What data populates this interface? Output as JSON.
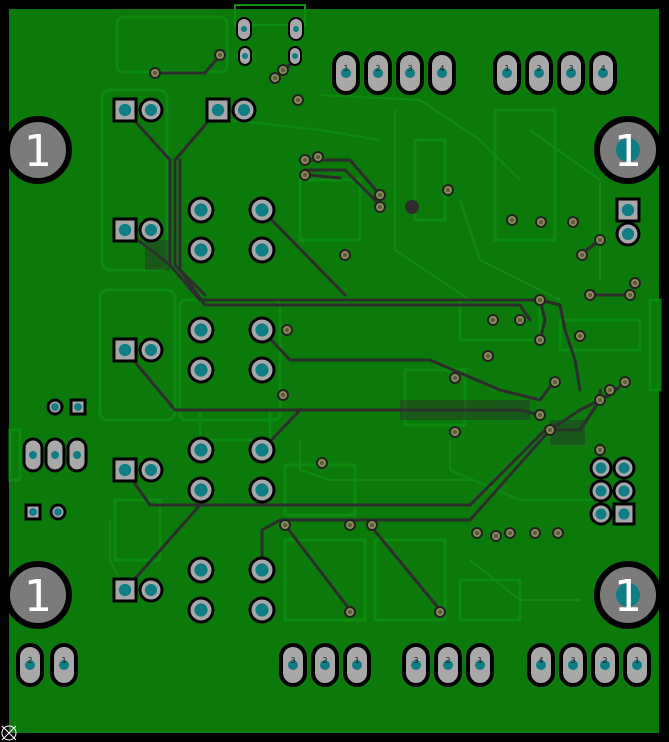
{
  "view": {
    "title": "PCB layout – bottom copper layer"
  },
  "colors": {
    "background": "#000000",
    "board_outline": "#000000",
    "copper_pour": "#0b7a0b",
    "copper_shade": "#0a6e0a",
    "silkscreen_ghost": "#0e8c12",
    "track": "#2d2d2d",
    "pad": "#a8a8a8",
    "drill": "#0f7d85",
    "via": "#8a8a5a",
    "mounting_hole_fill": "#7a7a7a",
    "mounting_hole_label": "#ffffff"
  },
  "mounting_holes": [
    {
      "label": "1"
    },
    {
      "label": "1"
    },
    {
      "label": "1"
    },
    {
      "label": "1"
    }
  ],
  "top_right_header": {
    "labels": [
      "1",
      "2",
      "3",
      "4"
    ]
  },
  "top_left_header": {
    "labels": [
      "1",
      "2",
      "3",
      "4"
    ]
  },
  "bottom_left_header": {
    "labels": [
      "2",
      "1"
    ]
  },
  "bottom_center_header_a": {
    "labels": [
      "3",
      "2",
      "1"
    ]
  },
  "bottom_center_header_b": {
    "labels": [
      "3",
      "2",
      "1"
    ]
  },
  "bottom_right_header": {
    "labels": [
      "4",
      "3",
      "2",
      "1"
    ]
  }
}
